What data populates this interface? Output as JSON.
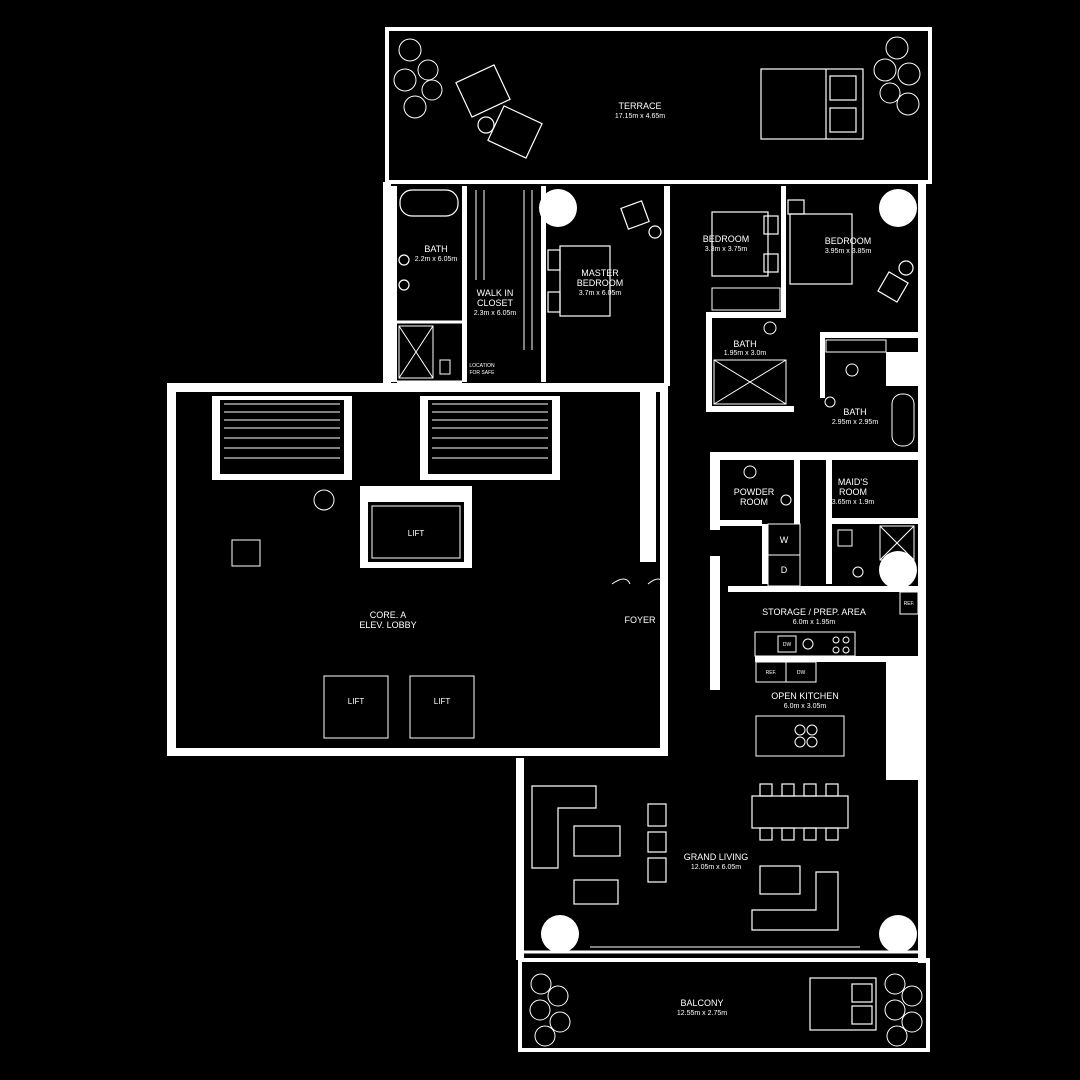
{
  "rooms": {
    "terrace": {
      "name": "TERRACE",
      "dim": "17.15m x 4.65m"
    },
    "bath_master": {
      "name": "BATH",
      "dim": "2.2m x 6.05m"
    },
    "walk_in_closet": {
      "name1": "WALK IN",
      "name2": "CLOSET",
      "dim": "2.3m x 6.05m"
    },
    "master_bedroom": {
      "name1": "MASTER",
      "name2": "BEDROOM",
      "dim": "3.7m x 6.05m"
    },
    "bedroom_2": {
      "name": "BEDROOM",
      "dim": "3.3m x 3.75m"
    },
    "bedroom_3": {
      "name": "BEDROOM",
      "dim": "3.95m x 3.85m"
    },
    "bath_2": {
      "name": "BATH",
      "dim": "1.95m x 3.0m"
    },
    "bath_3": {
      "name": "BATH",
      "dim": "2.95m x 2.95m"
    },
    "powder_room": {
      "name1": "POWDER",
      "name2": "ROOM"
    },
    "maids_room": {
      "name1": "MAID'S",
      "name2": "ROOM",
      "dim": "3.65m x 1.9m"
    },
    "storage": {
      "name": "STORAGE / PREP. AREA",
      "dim": "6.0m x 1.95m"
    },
    "open_kitchen": {
      "name": "OPEN KITCHEN",
      "dim": "6.0m x 3.05m"
    },
    "grand_living": {
      "name": "GRAND LIVING",
      "dim": "12.05m x 6.05m"
    },
    "balcony": {
      "name": "BALCONY",
      "dim": "12.55m x 2.75m"
    },
    "foyer": {
      "name": "FOYER"
    },
    "core_lobby": {
      "name1": "CORE. A",
      "name2": "ELEV. LOBBY"
    }
  },
  "labels": {
    "lift": "LIFT",
    "safe1": "LOCATION",
    "safe2": "FOR SAFE",
    "washer": "W",
    "dryer": "D",
    "ref": "REF.",
    "dw": "DW"
  }
}
